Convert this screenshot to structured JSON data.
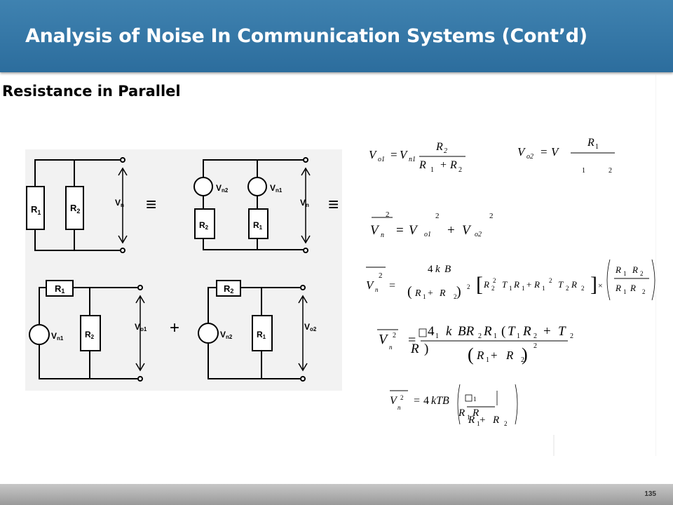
{
  "slide": {
    "title": "Analysis of Noise In Communication Systems (Cont’d)",
    "subtitle": "Resistance in Parallel",
    "page_number": "135"
  },
  "circuits": {
    "equiv_symbol": "≡",
    "plus_symbol": "+",
    "labels": {
      "R1": "R",
      "R1_sub": "1",
      "R2": "R",
      "R2_sub": "2",
      "Vn": "V",
      "Vn_sub": "n",
      "Vn1": "V",
      "Vn1_sub": "n1",
      "Vn2": "V",
      "Vn2_sub": "n2",
      "Vo1": "V",
      "Vo1_sub": "o1",
      "Vo2": "V",
      "Vo2_sub": "o2"
    }
  },
  "equations": {
    "eq1": "V o1 = V n1 R2 / (R 1 + R2)",
    "eq2": "V o2 = V R1 / 1 2",
    "eq3": "Vn² = V o1² + V o2²",
    "eq4": "Vn² = 4kB / (R1 + R 2)² [R2² T1 R1 + R1² T2 R2] × (R1 R2 / R1 R 2)",
    "eq5": "Vn² = 4₁ k B R₂ R₁ (T₁ R₂ + T₂ R )  / (R₁ + R₂)²",
    "eq6": "Vn² = 4kTB (R1 R / R1 + R 2)"
  }
}
